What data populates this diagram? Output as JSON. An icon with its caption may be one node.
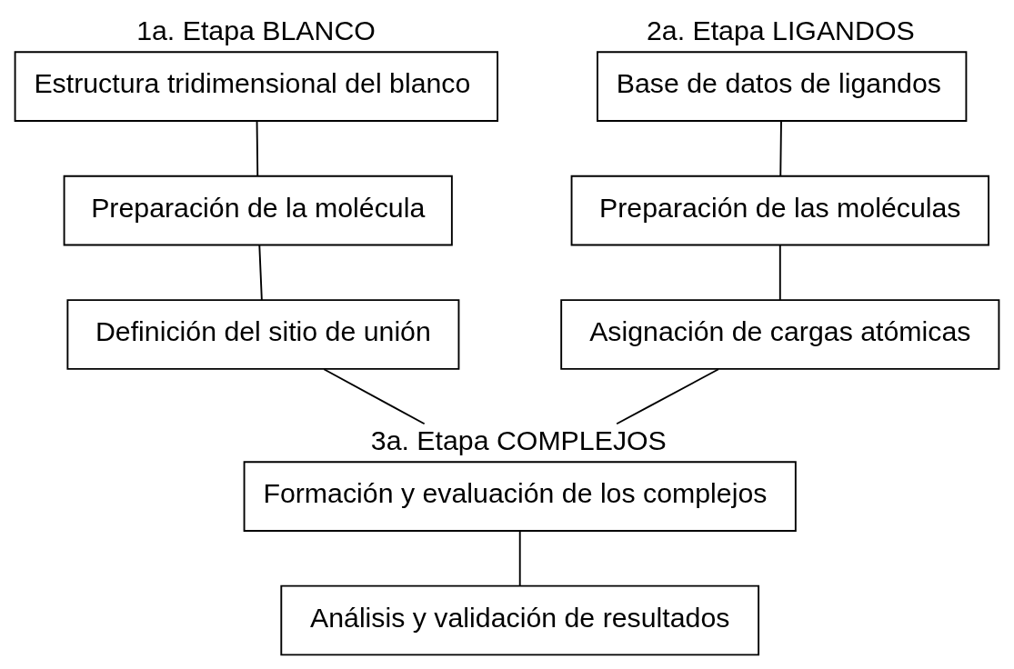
{
  "diagram": {
    "nodes": [
      {
        "text": [
          "1a. Etapa BLANCO",
          "Estructura tridimensional del blanco"
        ]
      },
      {
        "text": [
          "Preparación de la molécula"
        ]
      },
      {
        "text": [
          "Definición del sitio de unión"
        ]
      },
      {
        "text": [
          "2a. Etapa LIGANDOS",
          "Base de datos de ligandos"
        ]
      },
      {
        "text": [
          "Preparación de las moléculas"
        ]
      },
      {
        "text": [
          "Asignación de cargas atómicas"
        ]
      },
      {
        "text": [
          "3a. Etapa COMPLEJOS",
          "Formación y evaluación de los complejos"
        ]
      },
      {
        "text": [
          "Análisis y validación de resultados"
        ]
      }
    ],
    "edges": [
      {
        "from": 0,
        "to": 1,
        "arrow": "none"
      },
      {
        "from": 1,
        "to": 2,
        "arrow": "none"
      },
      {
        "from": 3,
        "to": 4,
        "arrow": "none"
      },
      {
        "from": 4,
        "to": 5,
        "arrow": "none"
      },
      {
        "from": 2,
        "to": 6,
        "arrow": "none"
      },
      {
        "from": 5,
        "to": 6,
        "arrow": "none"
      },
      {
        "from": 6,
        "to": 7,
        "arrow": "none"
      }
    ]
  }
}
